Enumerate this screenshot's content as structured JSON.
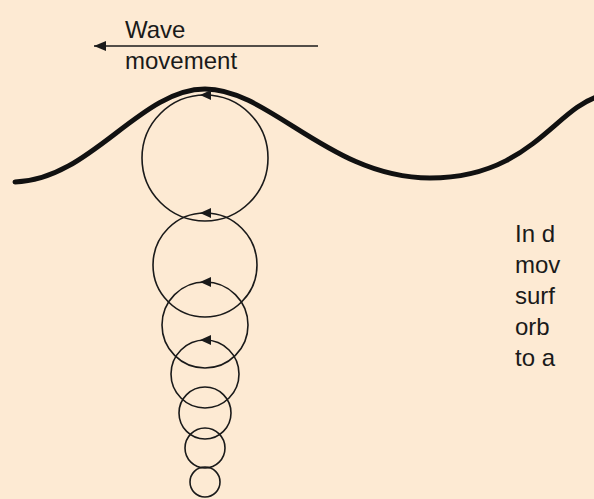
{
  "diagram": {
    "labels": [
      "Wave movement",
      "In d",
      "mov",
      "surf",
      "orb",
      "to a"
    ]
  }
}
